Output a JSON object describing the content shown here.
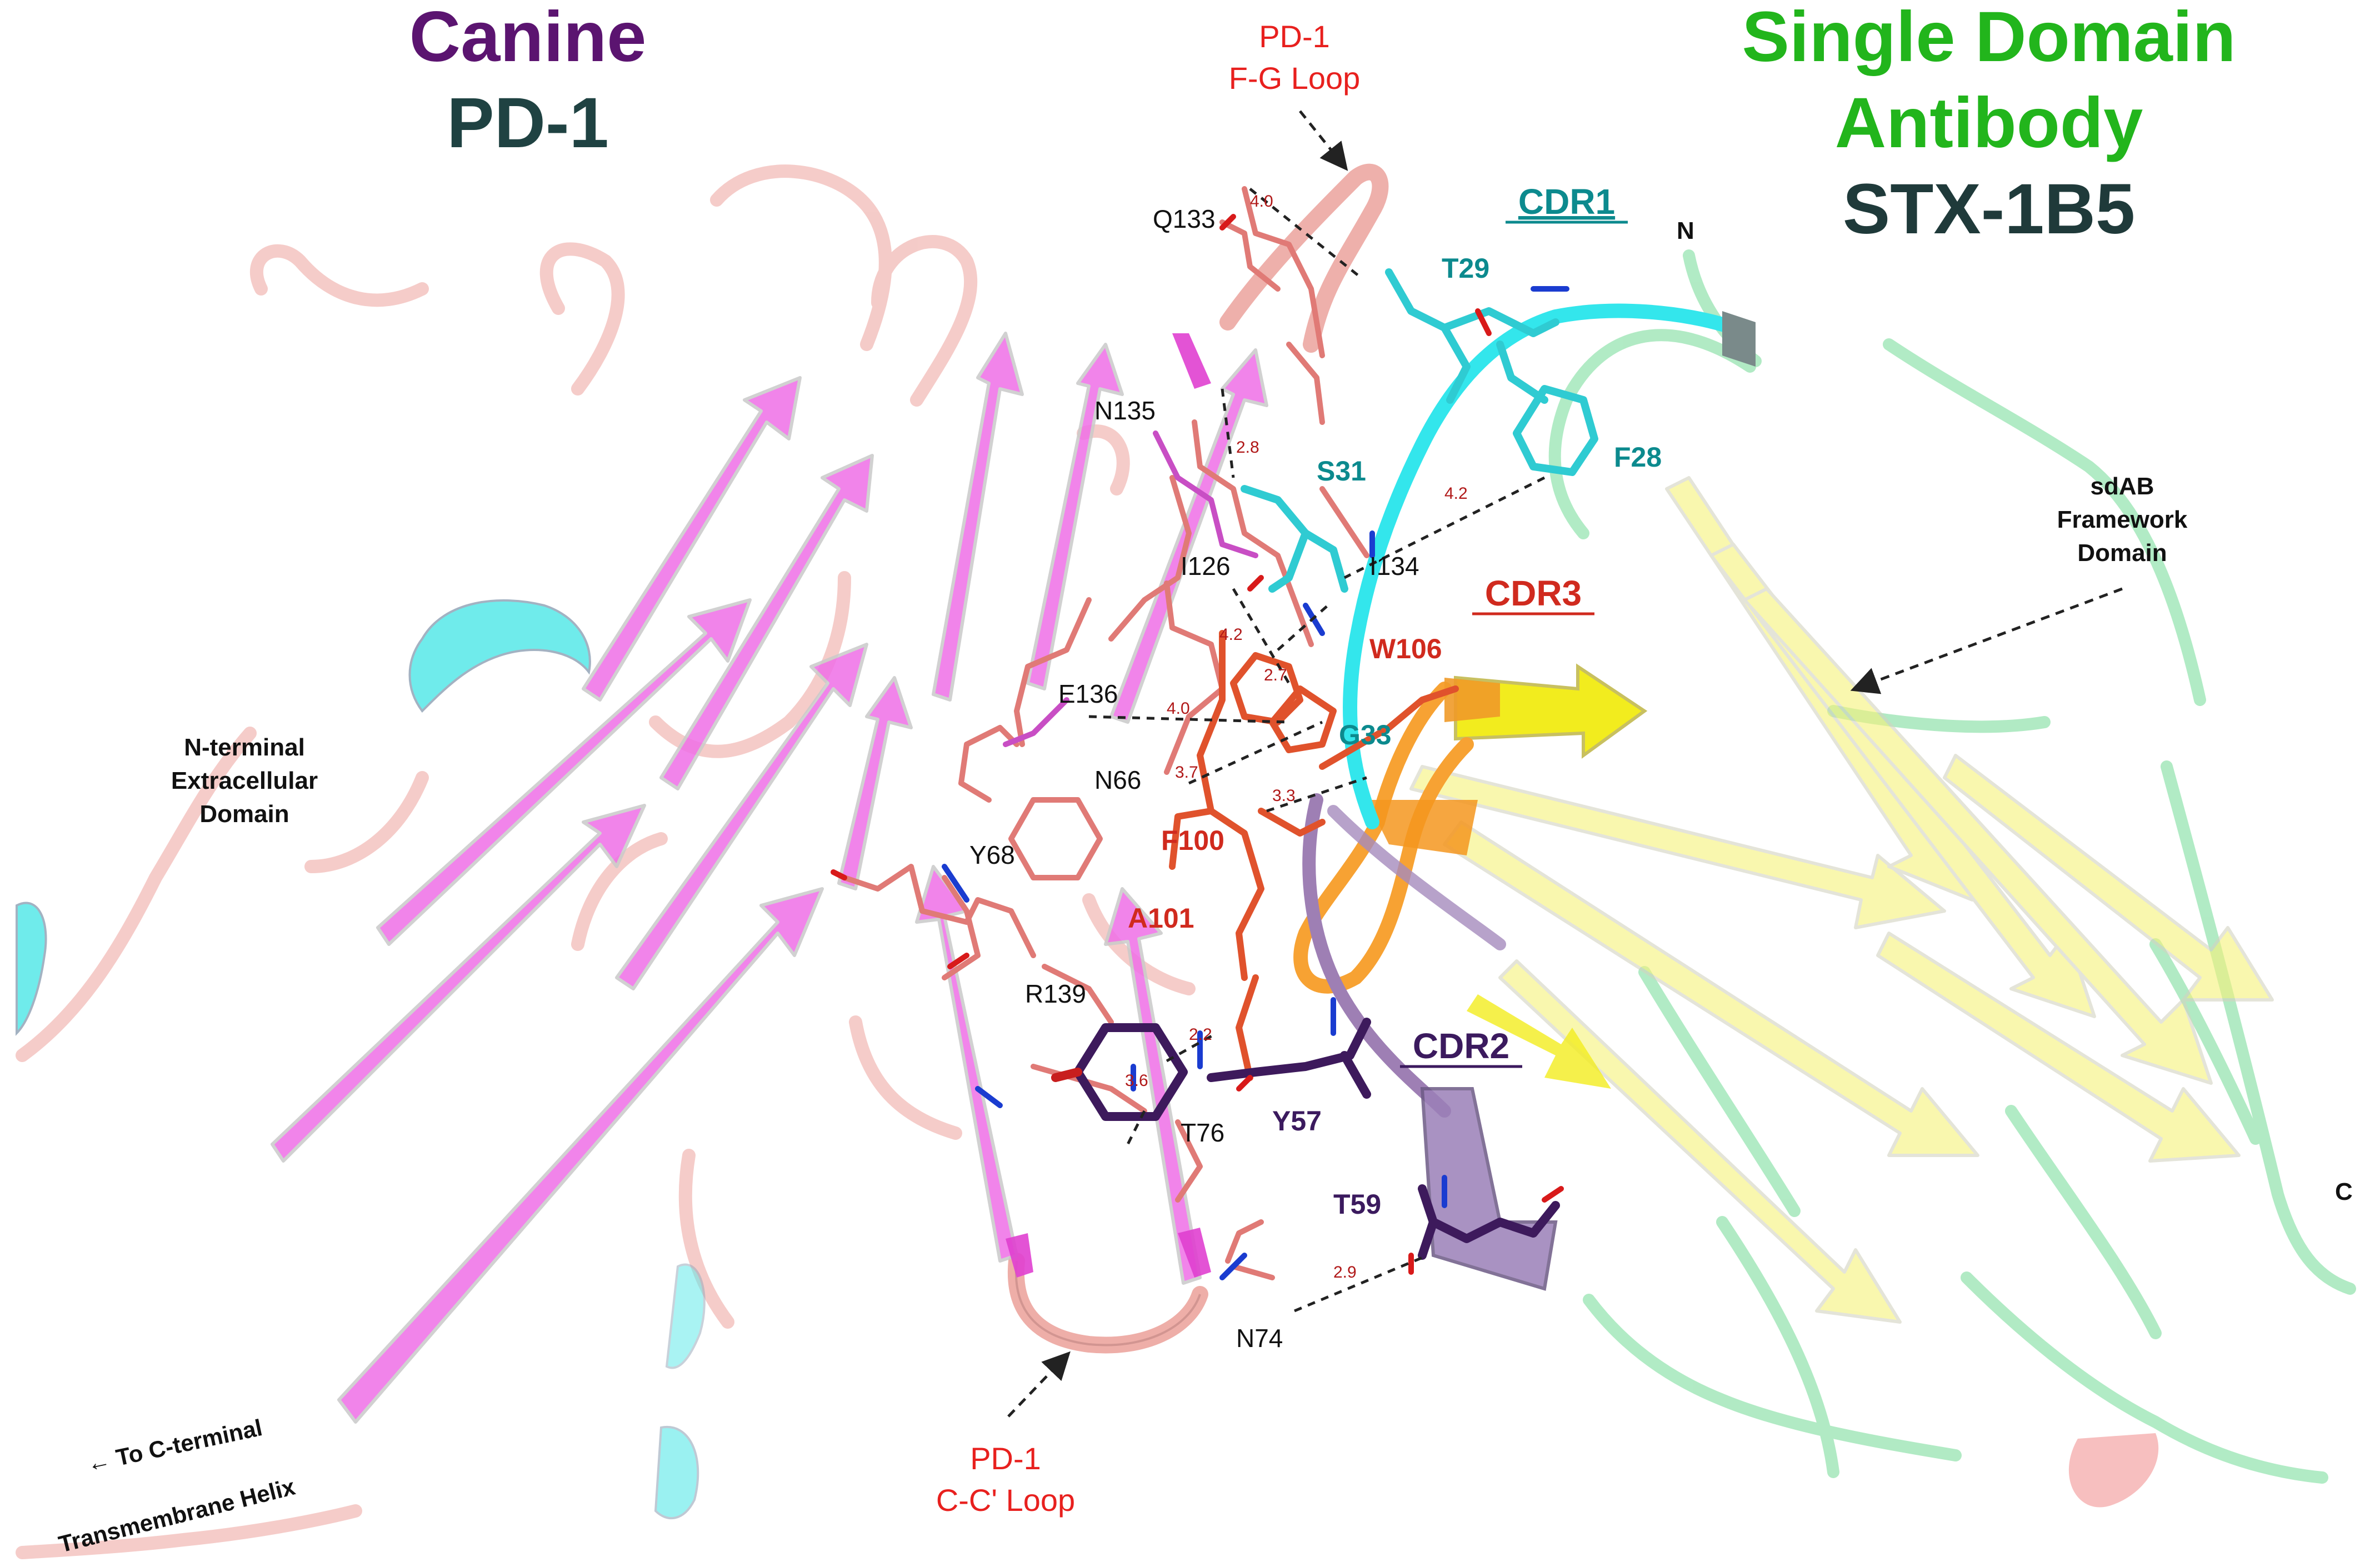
{
  "headers": {
    "left_line1": "Canine",
    "left_line2": "PD-1",
    "right_line1": "Single Domain",
    "right_line2": "Antibody",
    "right_line3": "STX-1B5"
  },
  "colors": {
    "canine": "#5b1470",
    "pd1": "#1f4242",
    "sdab": "#22b51c",
    "stx": "#1f3a3a",
    "loop_label": "#e8201e",
    "cdr1": "#0c8a8e",
    "cdr2": "#3b1a5e",
    "cdr3": "#d02a1e",
    "distance": "#b01818",
    "pd1_sheet": "#ee66e6",
    "pd1_loop": "#f2b2ae",
    "pd1_helix": "#3ee4e4",
    "sdab_sheet": "#f5f06a",
    "sdab_loop": "#8de0a6"
  },
  "loop_labels": {
    "fg_line1": "PD-1",
    "fg_line2": "F-G Loop",
    "cc_line1": "PD-1",
    "cc_line2": "C-C' Loop"
  },
  "cdr_labels": {
    "cdr1": "CDR1",
    "cdr2": "CDR2",
    "cdr3": "CDR3"
  },
  "terminus_labels": {
    "n": "N",
    "c": "C"
  },
  "domain_labels": {
    "nterm_line1": "N-terminal",
    "nterm_line2": "Extracellular",
    "nterm_line3": "Domain",
    "sdab_line1": "sdAB",
    "sdab_line2": "Framework",
    "sdab_line3": "Domain",
    "cterm_line1": "← To C-terminal",
    "cterm_line2": "Transmembrane Helix"
  },
  "pd1_residues": [
    "Q133",
    "N135",
    "I126",
    "I134",
    "E136",
    "N66",
    "Y68",
    "R139",
    "T76",
    "N74"
  ],
  "sdab_residues": {
    "cdr1": [
      "T29",
      "F28",
      "S31",
      "G33"
    ],
    "cdr3": [
      "W106",
      "F100",
      "A101"
    ],
    "cdr2": [
      "Y57",
      "T59"
    ]
  },
  "distances": [
    "4.0",
    "2.8",
    "4.2",
    "4.2",
    "2.7",
    "4.0",
    "3.7",
    "3.3",
    "2.2",
    "3.6",
    "2.9"
  ]
}
